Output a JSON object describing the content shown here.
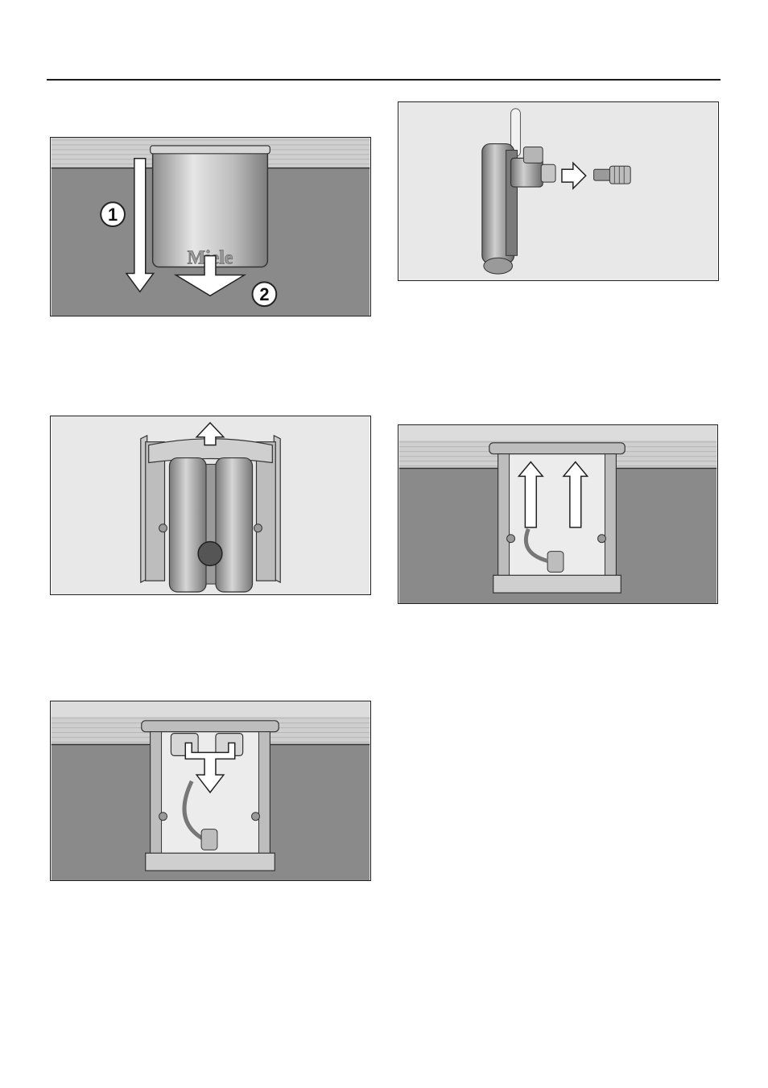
{
  "figures": {
    "fig1": {
      "logo_text": "Miele",
      "step_1": "1",
      "step_2": "2"
    }
  },
  "colors": {
    "background": "#ffffff",
    "panel_gray": "#8a8a8a",
    "light_panel": "#e8e8e8",
    "countertop": "#cfcfcf",
    "outline": "#222222"
  }
}
